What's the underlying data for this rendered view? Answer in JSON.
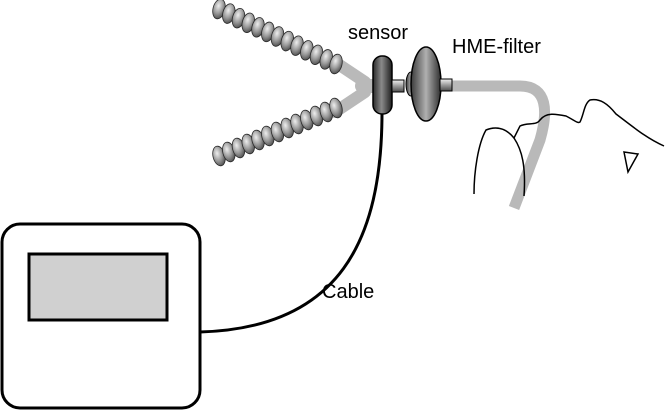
{
  "labels": {
    "sensor": "sensor",
    "filter": "HME-filter",
    "cable": "Cable"
  },
  "colors": {
    "line": "#000000",
    "tube": "#b9b9b9",
    "monitor_screen": "#d0d0d0",
    "coil_light": "#e0e0e0",
    "coil_dark": "#5a5a5a"
  }
}
